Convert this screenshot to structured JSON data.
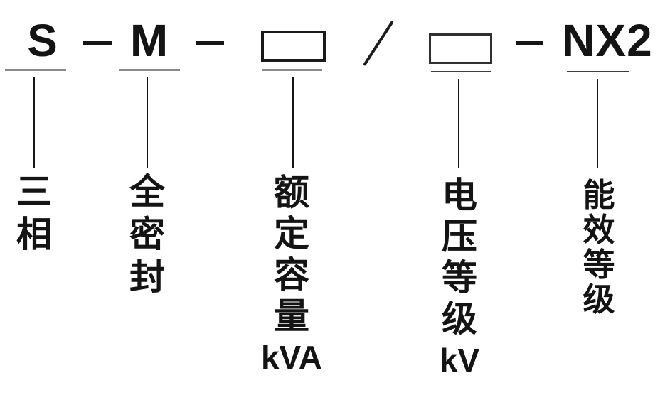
{
  "diagram": {
    "background_color": "#ffffff",
    "ink_color": "#141414",
    "underline_gray_color": "#8a8a8a",
    "underline_dark_color": "#3c3c3c",
    "model_code": {
      "phase_letter": "S",
      "dash": "-",
      "seal_letter": "M",
      "capacity_box": "blank",
      "slash": "/",
      "voltage_box": "blank",
      "efficiency_suffix": "NX2"
    },
    "columns": [
      {
        "label": "三相",
        "unit": ""
      },
      {
        "label": "全密封",
        "unit": ""
      },
      {
        "label": "额定容量",
        "unit": "kVA"
      },
      {
        "label": "电压等级",
        "unit": "kV"
      },
      {
        "label": "能效等级",
        "unit": ""
      }
    ]
  }
}
